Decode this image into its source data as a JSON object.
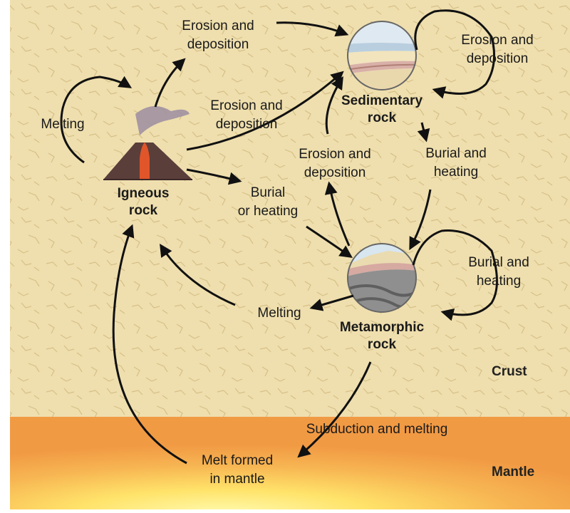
{
  "labels": {
    "erosion_top": [
      "Erosion and",
      "deposition"
    ],
    "erosion_right": [
      "Erosion and",
      "deposition"
    ],
    "erosion_igneous": [
      "Erosion and",
      "deposition"
    ],
    "erosion_metamorphic": [
      "Erosion and",
      "deposition"
    ],
    "melting_left": "Melting",
    "melting_metamorphic": "Melting",
    "burial_sed": [
      "Burial and",
      "heating"
    ],
    "burial_or_heating": [
      "Burial",
      "or heating"
    ],
    "burial_right": [
      "Burial and",
      "heating"
    ],
    "subduction": "Subduction and melting",
    "melt_mantle": [
      "Melt formed",
      "in mantle"
    ]
  },
  "rocks": {
    "sedimentary": [
      "Sedimentary",
      "rock"
    ],
    "igneous": [
      "Igneous",
      "rock"
    ],
    "metamorphic": [
      "Metamorphic",
      "rock"
    ]
  },
  "zones": {
    "crust": "Crust",
    "mantle": "Mantle"
  },
  "colors": {
    "crust": "#efdfae",
    "crust_crack": "#d8c18a",
    "mantle_outer": "#f3a24a",
    "mantle_inner": "#fff59a",
    "arrow": "#111111",
    "lava": "#e0552a",
    "volcano": "#5a3e3a"
  }
}
